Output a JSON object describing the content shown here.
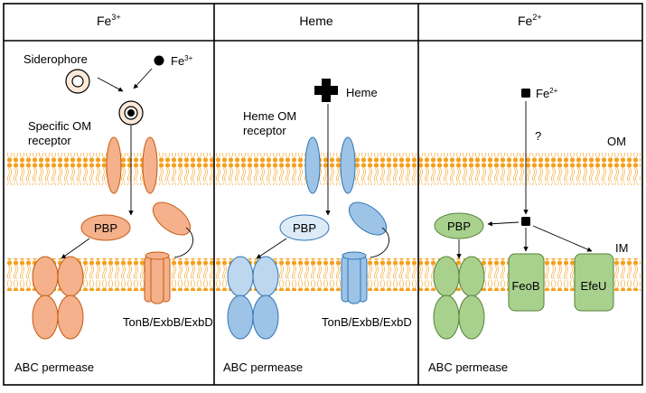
{
  "panels": [
    {
      "header": "Fe",
      "header_sup": "3+",
      "labels": {
        "siderophore": "Siderophore",
        "ion": "Fe",
        "ion_sup": "3+",
        "receptor_1": "Specific OM",
        "receptor_2": "receptor",
        "pbp": "PBP",
        "tonb": "TonB/ExbB/ExbD",
        "abc": "ABC permease"
      }
    },
    {
      "header": "Heme",
      "labels": {
        "heme": "Heme",
        "receptor_1": "Heme OM",
        "receptor_2": "receptor",
        "pbp": "PBP",
        "tonb": "TonB/ExbB/ExbD",
        "abc": "ABC permease"
      }
    },
    {
      "header": "Fe",
      "header_sup": "2+",
      "labels": {
        "ion": "Fe",
        "ion_sup": "2+",
        "question": "?",
        "om": "OM",
        "im": "IM",
        "pbp": "PBP",
        "feob": "FeoB",
        "efeu": "EfeU",
        "abc": "ABC permease"
      }
    }
  ],
  "colors": {
    "membrane": "#f5a01d",
    "panel1_fill": "#f4b18b",
    "panel1_stroke": "#c55a11",
    "panel2_fill": "#9dc3e6",
    "panel2_fill_light": "#ddebf7",
    "panel2_stroke": "#2e75b6",
    "panel3_fill": "#a9d18e",
    "panel3_stroke": "#548235"
  }
}
